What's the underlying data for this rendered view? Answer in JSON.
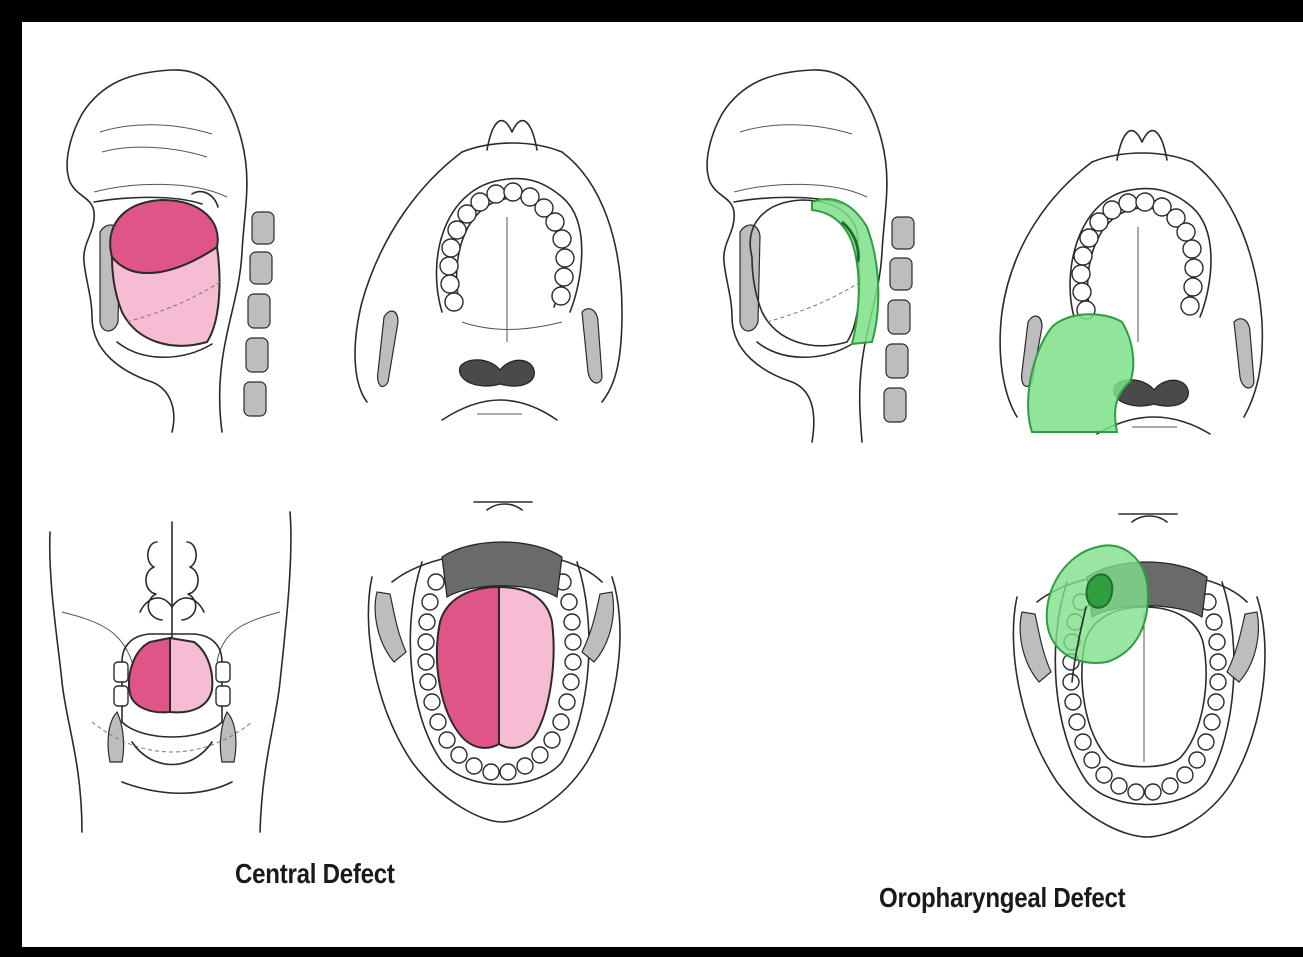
{
  "labels": {
    "central": "Central Defect",
    "oropharyngeal": "Oropharyngeal Defect"
  },
  "colors": {
    "frame": "#000000",
    "background": "#ffffff",
    "central_dark_pink": "#e05588",
    "central_light_pink": "#f6bcd3",
    "oropharyngeal_green": "#7ee08a",
    "oropharyngeal_green_dark": "#2e9e40",
    "line": "#2b2b2b"
  },
  "panels": [
    {
      "group": "central",
      "view": "sagittal"
    },
    {
      "group": "central",
      "view": "axial-upper"
    },
    {
      "group": "central",
      "view": "coronal"
    },
    {
      "group": "central",
      "view": "axial-lower"
    },
    {
      "group": "oropharyngeal",
      "view": "sagittal"
    },
    {
      "group": "oropharyngeal",
      "view": "axial-upper"
    },
    {
      "group": "oropharyngeal",
      "view": "axial-lower"
    }
  ]
}
